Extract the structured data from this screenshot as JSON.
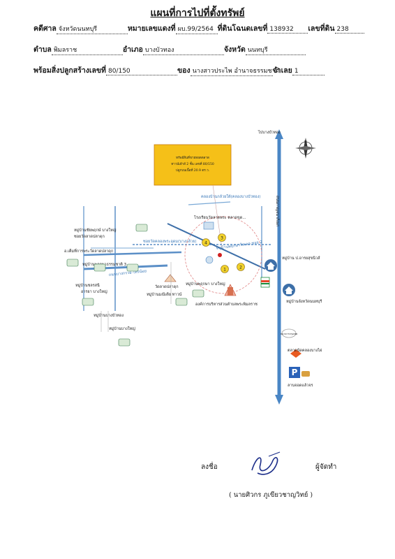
{
  "title": "แผนที่การไปที่ตั้งทรัพย์",
  "form": {
    "row1": {
      "court_label": "คดีศาล",
      "court_value": "จังหวัดนนทบุรี",
      "case_label": "หมายเลขแดงที่",
      "case_value": "ผบ.99/2564",
      "deed_label": "ที่ดินโฉนดเลขที่",
      "deed_value": "138932",
      "land_no_label": "เลขที่ดิน",
      "land_no_value": "238"
    },
    "row2": {
      "tambon_label": "ตำบล",
      "tambon_value": "พิมลราช",
      "amphoe_label": "อำเภอ",
      "amphoe_value": "บางบัวทอง",
      "province_label": "จังหวัด",
      "province_value": "นนทบุรี"
    },
    "row3": {
      "building_label": "พร้อมสิ่งปลูกสร้างเลขที่",
      "building_value": "80/150",
      "owner_label": "ของ",
      "owner_value": "นางสาวประไพ อำนาจธรรมชาติ",
      "defendant_label": "จำเลย",
      "defendant_value": "1"
    }
  },
  "map": {
    "north_arrow": "north-arrow-icon",
    "top_road_label": "ไปบางบัวทอง",
    "main_road_label": "ถนนกาญจนาภิเษก",
    "box_text": [
      "ทรัพย์สินที่ขายทอดตลาด",
      "ทาวน์เฮ้าส์ 2 ชั้น เลขที่ 80/150",
      "ปลูกบนเนื้อที่ 20.9 ตร.ว."
    ],
    "canal_label": "คลองบ้านกล้วยใต้(คลองบางบัวทอง)",
    "canal2_label": "ซอยวัดคลองพระอุดม(บางกล้วย)",
    "school_label": "โรงเรียนวัดลาดพระ ตลาดขุด...",
    "labels": {
      "village_chaiyaphruek": "หมู่บ้านชัยพฤกษ์ บางใหญ่",
      "soi_wat_lat_pla_duk": "ซอยวัดลาดปลาดุก",
      "wat_lat_pla_duk_office": "อ.เต็มที่การพระวัดลาดปลาดุก",
      "village_phruksa": "หมู่บ้านพฤกษาธรรมชาติ 3",
      "village_ruen": "หมู่บ้านชลรสนี",
      "village_ruen_sub": "อารยา บางใหญ่",
      "wat_lat_pla_duk": "วัดลาดปลาดุก",
      "village_manee": "หมู่บ้านมณีเดีย ทาวน์",
      "village_pruksa_bangyai": "หมู่บ้านพฤกษา บางใหญ่",
      "village_bangyai_park": "หมู่บ้านบางใหญ่",
      "village_tiny": "หมู่บ้านบางบัวทอง",
      "village_right1": "หมู่บ้าน ป.อารยสุขนิวส์",
      "village_right2": "หมู่บ้านจังหวัดนนทบุรี",
      "subdistrict_office": "องค์การบริหารส่วนตำบลพระพิมลราช",
      "prop_label": "หมู่บ้านพฤกษาวิลเลจ ซอย 2",
      "bank_label": "ธนาคารกรุงเทพ",
      "market_label": "ตลาดนัดคลองบางไผ่",
      "parking_label": "ลานจอดแล้วจร",
      "road_lower": "ถนนบางกรวย-ไทรน้อย",
      "markers": [
        "1",
        "2",
        "3",
        "4"
      ]
    }
  },
  "signature": {
    "sign_label": "ลงชื่อ",
    "role": "ผู้จัดทำ",
    "name": "( นายศิวกร ภูเขียวชาญวิทย์ )"
  }
}
